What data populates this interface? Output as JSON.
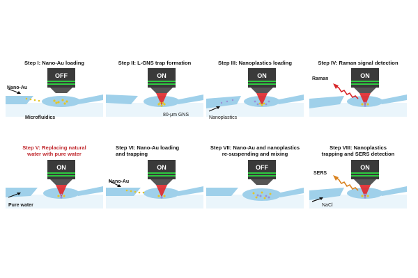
{
  "steps": [
    {
      "title_line1": "Step I: Nano-Au loading",
      "title_line2": "",
      "state": "OFF",
      "labels": {
        "a": "Nano-Au",
        "b": "Microfluidics"
      }
    },
    {
      "title_line1": "Step II: L-GNS trap formation",
      "title_line2": "",
      "state": "ON",
      "labels": {
        "a": "80-μm GNS"
      }
    },
    {
      "title_line1": "Step III: Nanoplastics loading",
      "title_line2": "",
      "state": "ON",
      "labels": {
        "a": "Nanoplastics"
      }
    },
    {
      "title_line1": "Step IV: Raman signal detection",
      "title_line2": "",
      "state": "ON",
      "labels": {
        "a": "Raman"
      }
    },
    {
      "title_line1": "Step V: Replacing natural",
      "title_line2": "water with pure water",
      "state": "ON",
      "labels": {
        "a": "Pure water"
      }
    },
    {
      "title_line1": "Step VI: Nano-Au loading",
      "title_line2": "and trapping",
      "state": "ON",
      "labels": {
        "a": "Nano-Au"
      }
    },
    {
      "title_line1": "Step VII: Nano-Au and nanoplastics",
      "title_line2": "re-suspending and mixing",
      "state": "OFF",
      "labels": {}
    },
    {
      "title_line1": "Step VIII: Nanoplastics",
      "title_line2": "trapping and SERS detection",
      "state": "ON",
      "labels": {
        "a": "SERS",
        "b": "NaCl"
      }
    }
  ],
  "colors": {
    "step_v_title": "#c0282d",
    "channel": "#9fd0ea",
    "lens": "#3a3a3a",
    "ring": "#2ecc40",
    "laser": "#e0262a",
    "raman_wave": "#d8262a",
    "sers_wave": "#d9821f"
  }
}
